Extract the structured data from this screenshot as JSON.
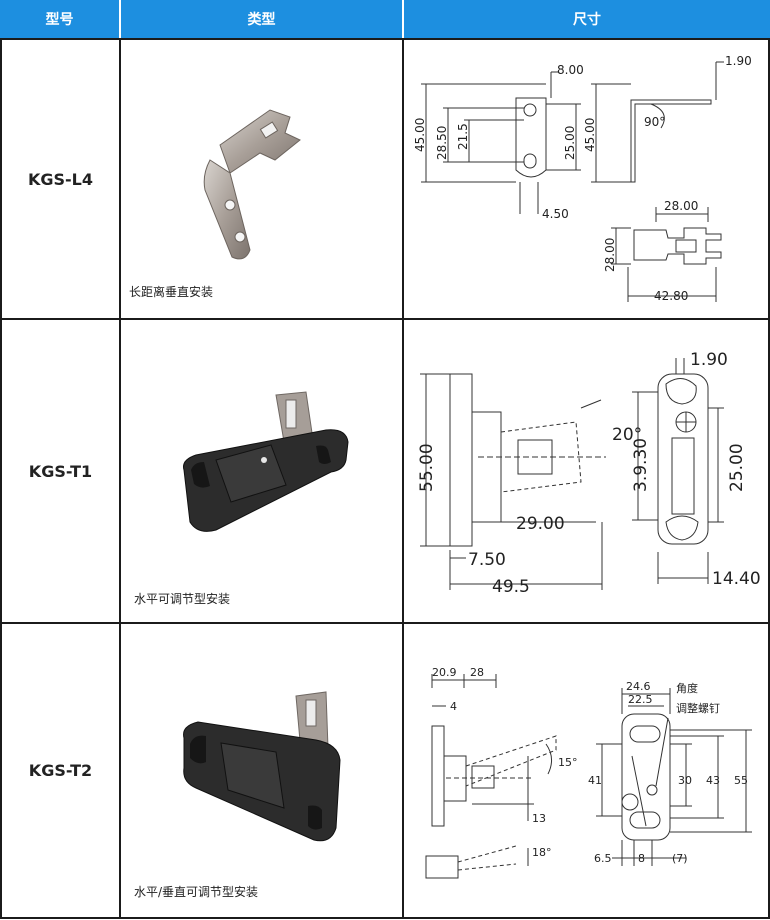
{
  "header": {
    "col_model": "型号",
    "col_type": "类型",
    "col_dimension": "尺寸"
  },
  "rows": [
    {
      "model": "KGS-L4",
      "caption": "长距离垂直安装",
      "dims": [
        "8.00",
        "1.90",
        "45.00",
        "28.50",
        "21.5",
        "25.00",
        "45.00",
        "90°",
        "4.50",
        "28.00",
        "28.00",
        "42.80"
      ]
    },
    {
      "model": "KGS-T1",
      "caption": "水平可调节型安装",
      "dims": [
        "1.90",
        "20°",
        "55.00",
        "29.00",
        "7.50",
        "49.5",
        "3.9.30",
        "25.00",
        "14.40"
      ]
    },
    {
      "model": "KGS-T2",
      "caption": "水平/垂直可调节型安装",
      "dims": [
        "20.9",
        "28",
        "4",
        "15°",
        "13",
        "18°",
        "24.6",
        "22.5",
        "角度",
        "调整螺钉",
        "41",
        "30",
        "43",
        "55",
        "6.5",
        "8",
        "(7)"
      ]
    }
  ],
  "colors": {
    "header_bg": "#1d8fe0",
    "header_text": "#ffffff",
    "grid": "#1b1b1b"
  }
}
